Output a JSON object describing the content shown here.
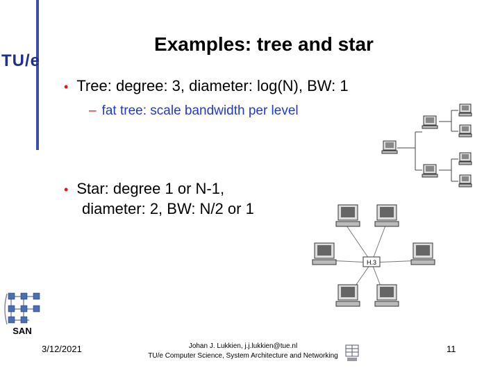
{
  "logo": {
    "text": "TU/e"
  },
  "slide": {
    "title": "Examples: tree and star",
    "bullets": [
      {
        "text": "Tree: degree: 3, diameter: log(N), BW: 1"
      },
      {
        "sub": "fat tree: scale bandwidth per level"
      },
      {
        "text_line1": "Star: degree 1 or N-1,",
        "text_line2": "diameter: 2, BW: N/2 or 1"
      }
    ]
  },
  "figure": {
    "hub_label": "H.3"
  },
  "san_logo": {
    "text": "SAN"
  },
  "footer": {
    "date": "3/12/2021",
    "author": "Johan J. Lukkien, j.j.lukkien@tue.nl",
    "department": "TU/e Computer Science, System Architecture and Networking",
    "page": "11"
  },
  "colors": {
    "accent_line": "#3b4ea8",
    "bullet": "#e11818",
    "sub_text": "#1f3bc9",
    "logo": "#1f2f8f"
  }
}
